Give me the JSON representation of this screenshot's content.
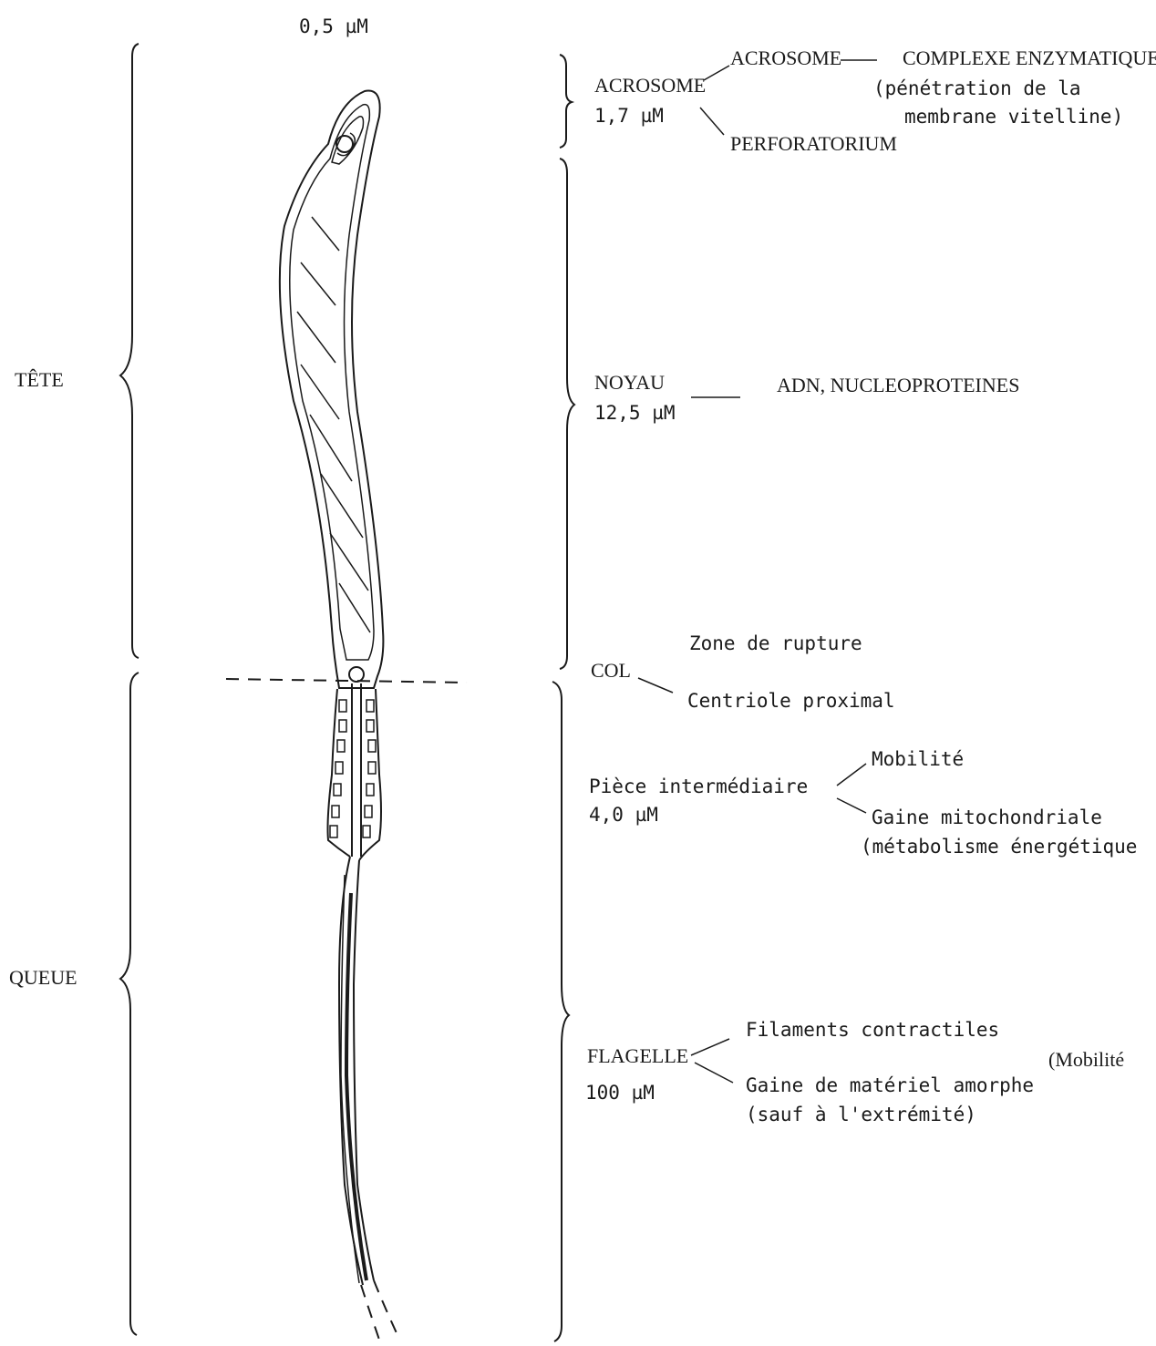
{
  "scale_label": "0,5 µM",
  "regions": {
    "head": "TÊTE",
    "tail": "QUEUE"
  },
  "acrosome": {
    "name": "ACROSOME",
    "size": "1,7 µM",
    "branch_top": "ACROSOME",
    "dash": "—",
    "enzyme_line1": "COMPLEXE ENZYMATIQUE",
    "enzyme_line2": "(pénétration de la",
    "enzyme_line3": "membrane vitelline)",
    "branch_bottom": "PERFORATORIUM"
  },
  "noyau": {
    "name": "NOYAU",
    "size": "12,5 µM",
    "content": "ADN, NUCLEOPROTEINES"
  },
  "col": {
    "name": "COL",
    "item1": "Zone de rupture",
    "item2": "Centriole proximal"
  },
  "piece": {
    "name": "Pièce intermédiaire",
    "size": "4,0 µM",
    "item1": "Mobilité",
    "item2_line1": "Gaine mitochondriale",
    "item2_line2": "(métabolisme énergétique"
  },
  "flagelle": {
    "name": "FLAGELLE",
    "size": "100 µM",
    "item1": "Filaments contractiles",
    "item2_line1": "Gaine de matériel amorphe",
    "item2_line2": "(sauf à l'extrémité)",
    "side_note": "(Mobilité"
  }
}
